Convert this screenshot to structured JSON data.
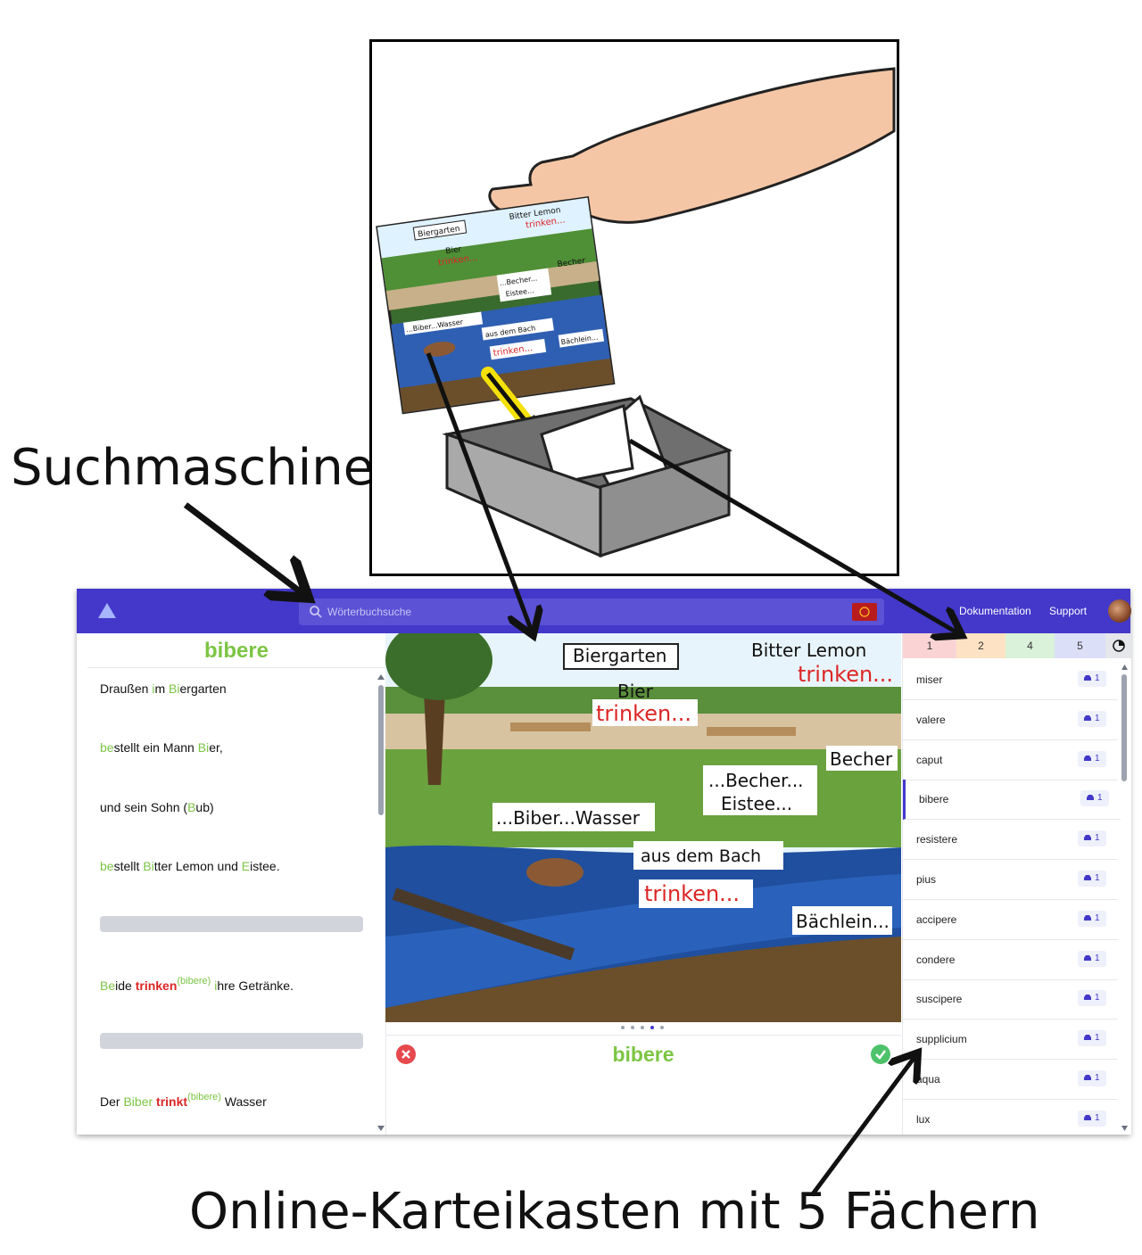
{
  "annotations": {
    "search_label": "Suchmaschine",
    "box_label": "Online-Karteikasten mit 5 Fächern"
  },
  "illustration": {
    "card_texts": [
      "Biergarten",
      "Bier",
      "trinken...",
      "Bitter Lemon",
      "trinken...",
      "Becher",
      "...Becher...",
      "Eistee...",
      "...Biber...Wasser",
      "aus dem Bach",
      "trinken...",
      "Bächlein..."
    ]
  },
  "topbar": {
    "search_placeholder": "Wörterbuchsuche",
    "nav": [
      "Dokumentation",
      "Support"
    ]
  },
  "left": {
    "title": "bibere"
  },
  "scene": {
    "sign": "Biergarten",
    "bier": "Bier",
    "trinken1": "trinken...",
    "bitter": "Bitter Lemon",
    "trinken2": "trinken...",
    "becher": "Becher",
    "becher2": "...Becher...",
    "eistee": "Eistee...",
    "biber": "...Biber...Wasser",
    "bach": "aus dem Bach",
    "trinken3": "trinken...",
    "baechlein": "Bächlein..."
  },
  "card": {
    "word": "bibere",
    "wrong_icon": "close-icon",
    "right_icon": "check-icon"
  },
  "boxes": {
    "tabs": [
      "1",
      "2",
      "4",
      "5"
    ],
    "stats_icon": "pie-chart-icon",
    "words": [
      {
        "word": "miser",
        "count": "1"
      },
      {
        "word": "valere",
        "count": "1"
      },
      {
        "word": "caput",
        "count": "1"
      },
      {
        "word": "bibere",
        "count": "1"
      },
      {
        "word": "resistere",
        "count": "1"
      },
      {
        "word": "pius",
        "count": "1"
      },
      {
        "word": "accipere",
        "count": "1"
      },
      {
        "word": "condere",
        "count": "1"
      },
      {
        "word": "suscipere",
        "count": "1"
      },
      {
        "word": "supplicium",
        "count": "1"
      },
      {
        "word": "aqua",
        "count": "1"
      },
      {
        "word": "lux",
        "count": "1"
      }
    ],
    "active_index": 3
  },
  "colors": {
    "topbar": "#4338ca",
    "green": "#7cc544",
    "red": "#dc2626"
  }
}
